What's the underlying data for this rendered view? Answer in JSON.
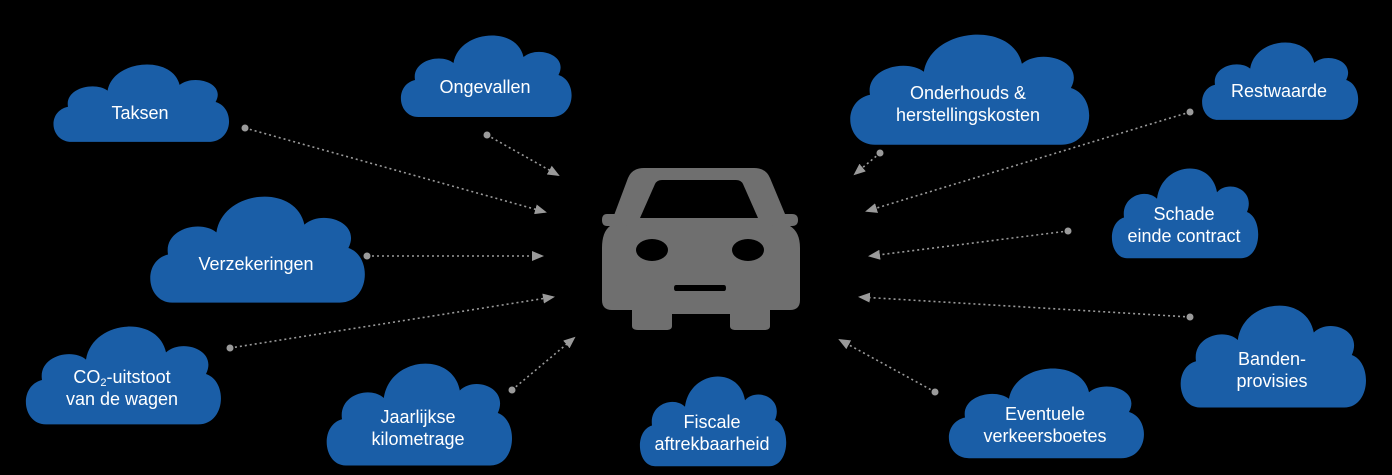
{
  "colors": {
    "background": "#000000",
    "cloud": "#1a5ea7",
    "car": "#6f6f6f",
    "arrow": "#9a9a9a",
    "text": "#ffffff"
  },
  "center": {
    "icon": "car-icon"
  },
  "factors": [
    {
      "id": "taksen",
      "lines": [
        "Taksen"
      ]
    },
    {
      "id": "ongevallen",
      "lines": [
        "Ongevallen"
      ]
    },
    {
      "id": "onderhoud",
      "lines": [
        "Onderhouds &",
        "herstellingskosten"
      ]
    },
    {
      "id": "restwaarde",
      "lines": [
        "Restwaarde"
      ]
    },
    {
      "id": "verzekeringen",
      "lines": [
        "Verzekeringen"
      ]
    },
    {
      "id": "schade",
      "lines": [
        "Schade",
        "einde contract"
      ]
    },
    {
      "id": "co2",
      "lines": [
        "CO",
        "2",
        "-uitstoot",
        "van de wagen"
      ]
    },
    {
      "id": "banden",
      "lines": [
        "Banden-",
        "provisies"
      ]
    },
    {
      "id": "kilometrage",
      "lines": [
        "Jaarlijkse",
        "kilometrage"
      ]
    },
    {
      "id": "fiscale",
      "lines": [
        "Fiscale",
        "aftrekbaarheid"
      ]
    },
    {
      "id": "boetes",
      "lines": [
        "Eventuele",
        "verkeersboetes"
      ]
    }
  ]
}
